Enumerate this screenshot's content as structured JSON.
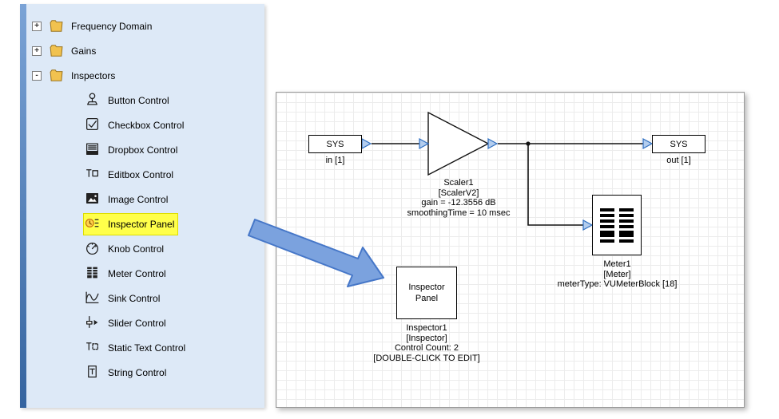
{
  "palette": {
    "rows": [
      {
        "label": "Frequency Domain",
        "expand": "+"
      },
      {
        "label": "Gains",
        "expand": "+"
      },
      {
        "label": "Inspectors",
        "expand": "-"
      },
      {
        "label": "Button Control"
      },
      {
        "label": "Checkbox Control"
      },
      {
        "label": "Dropbox Control"
      },
      {
        "label": "Editbox Control"
      },
      {
        "label": "Image Control"
      },
      {
        "label": "Inspector Panel"
      },
      {
        "label": "Knob Control"
      },
      {
        "label": "Meter Control"
      },
      {
        "label": "Sink Control"
      },
      {
        "label": "Slider Control"
      },
      {
        "label": "Static Text Control"
      },
      {
        "label": "String Control"
      }
    ]
  },
  "diagram": {
    "sys_in": {
      "label": "SYS",
      "caption": "in [1]"
    },
    "scaler": {
      "line1": "Scaler1",
      "line2": "[ScalerV2]",
      "line3": "gain = -12.3556 dB",
      "line4": "smoothingTime = 10 msec"
    },
    "sys_out": {
      "label": "SYS",
      "caption": "out [1]"
    },
    "meter": {
      "line1": "Meter1",
      "line2": "[Meter]",
      "line3": "meterType: VUMeterBlock [18]"
    },
    "inspector": {
      "box_label": "Inspector Panel",
      "line1": "Inspector1",
      "line2": "[Inspector]",
      "line3": "Control Count: 2",
      "line4": "[DOUBLE-CLICK TO EDIT]"
    }
  },
  "colors": {
    "panel_bg": "#dde9f7",
    "accent_bar": "#35649f",
    "highlight": "#ffff4a",
    "callout_arrow_fill": "#7ba2de",
    "callout_arrow_stroke": "#4677c8",
    "pin_fill": "#b3cdee",
    "pin_stroke": "#2f6fc1",
    "folder": "#f1c24f"
  }
}
